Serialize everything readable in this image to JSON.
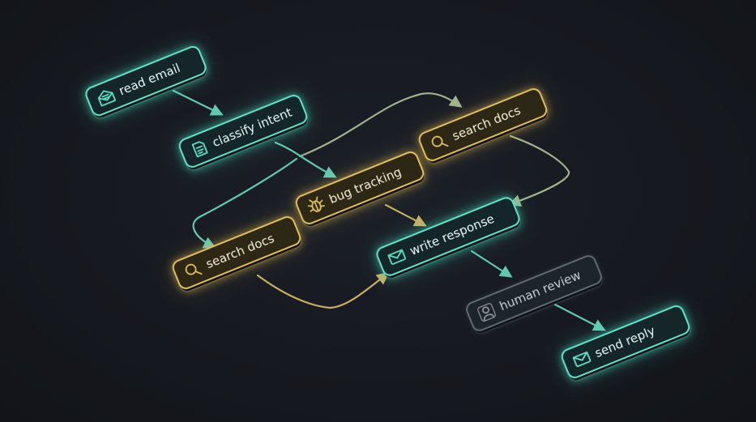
{
  "diagram": {
    "nodes": [
      {
        "id": "read-email",
        "label": "read email",
        "icon": "mail-open-icon",
        "style": "teal"
      },
      {
        "id": "classify-intent",
        "label": "classify intent",
        "icon": "document-icon",
        "style": "teal"
      },
      {
        "id": "search-docs-upper",
        "label": "search docs",
        "icon": "search-icon",
        "style": "yellow"
      },
      {
        "id": "bug-tracking",
        "label": "bug tracking",
        "icon": "bug-icon",
        "style": "yellow"
      },
      {
        "id": "search-docs-lower",
        "label": "search docs",
        "icon": "search-icon",
        "style": "yellow"
      },
      {
        "id": "write-response",
        "label": "write response",
        "icon": "envelope-icon",
        "style": "teal"
      },
      {
        "id": "human-review",
        "label": "human review",
        "icon": "user-icon",
        "style": "gray"
      },
      {
        "id": "send-reply",
        "label": "send reply",
        "icon": "envelope-icon",
        "style": "teal"
      }
    ],
    "edges": [
      {
        "from": "read-email",
        "to": "classify-intent",
        "style": "teal"
      },
      {
        "from": "classify-intent",
        "to": "search-docs-upper",
        "style": "sage"
      },
      {
        "from": "classify-intent",
        "to": "bug-tracking",
        "style": "teal"
      },
      {
        "from": "classify-intent",
        "to": "search-docs-lower",
        "style": "teal"
      },
      {
        "from": "search-docs-upper",
        "to": "write-response",
        "style": "sage"
      },
      {
        "from": "bug-tracking",
        "to": "write-response",
        "style": "yellow"
      },
      {
        "from": "search-docs-lower",
        "to": "write-response",
        "style": "yellow"
      },
      {
        "from": "write-response",
        "to": "human-review",
        "style": "teal"
      },
      {
        "from": "human-review",
        "to": "send-reply",
        "style": "teal"
      }
    ],
    "colors": {
      "teal": "#5fe3c8",
      "yellow": "#e2bd5a",
      "gray": "#5d6a72",
      "sage": "#9fb38a",
      "background": "#16191f"
    }
  }
}
